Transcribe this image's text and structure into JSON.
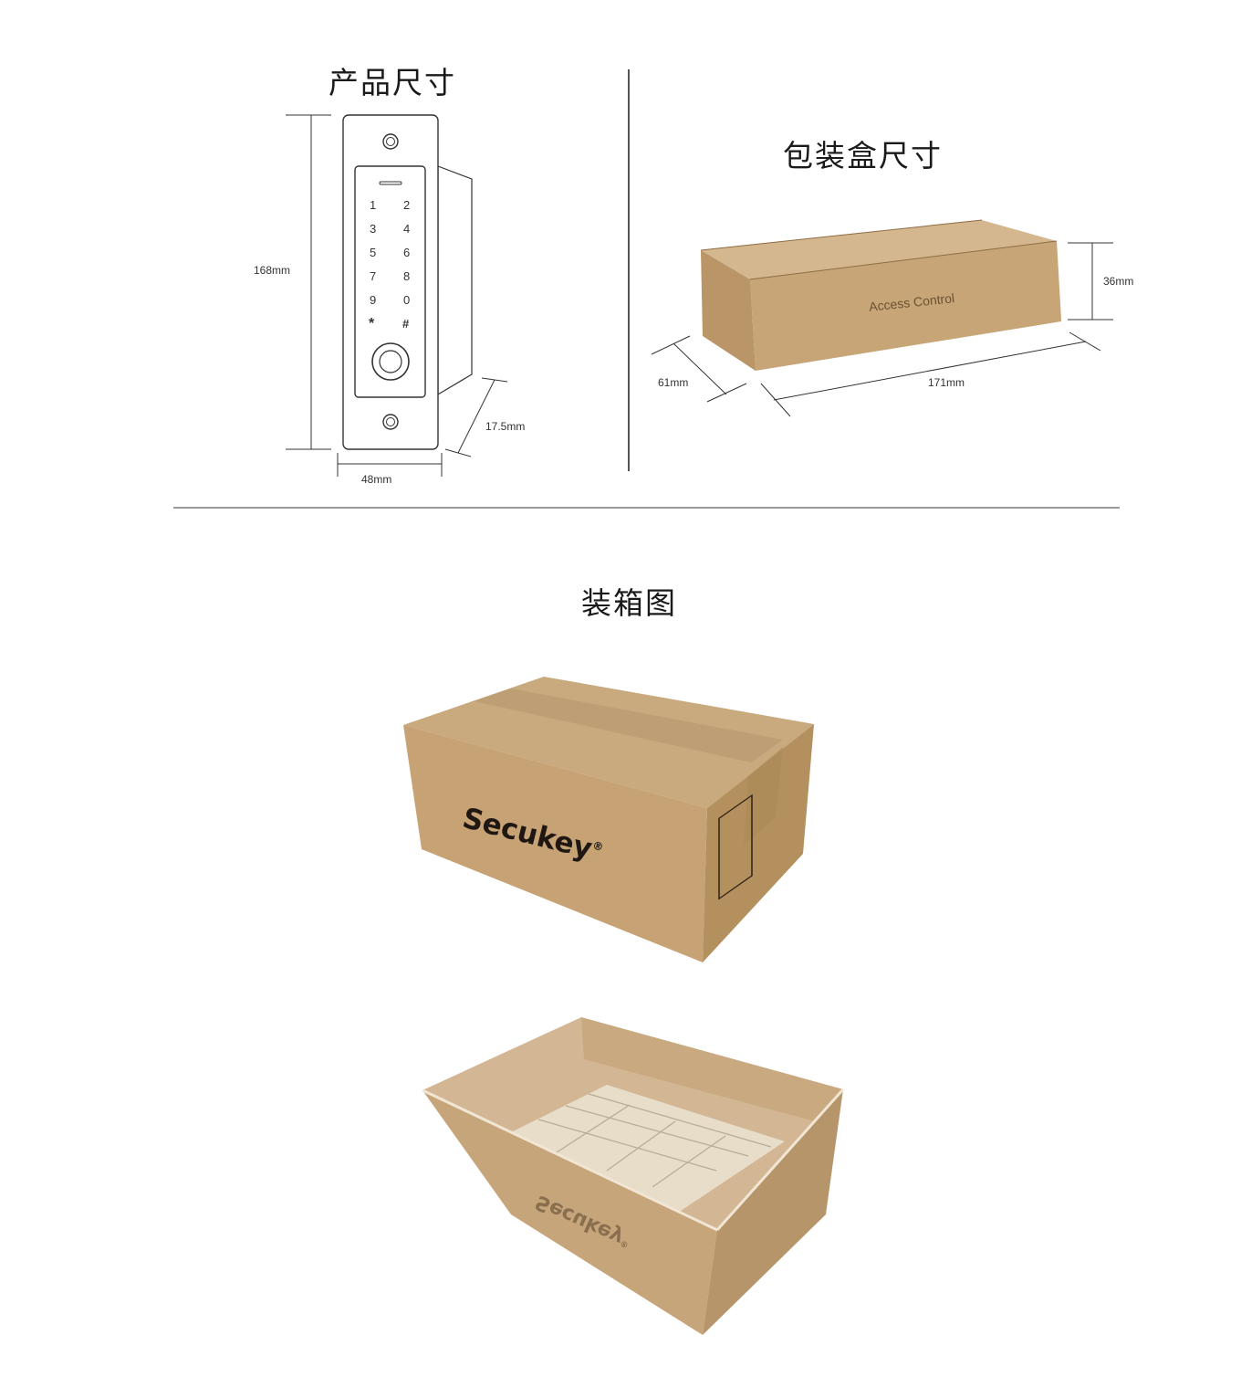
{
  "headings": {
    "product_size": "产品尺寸",
    "package_box_size": "包装盒尺寸",
    "carton_packing": "装箱图"
  },
  "product": {
    "height": "168mm",
    "width": "48mm",
    "depth": "17.5mm",
    "keypad": [
      "1",
      "2",
      "3",
      "4",
      "5",
      "6",
      "7",
      "8",
      "9",
      "0",
      "*",
      "#"
    ]
  },
  "box": {
    "label": "Access Control",
    "height": "36mm",
    "depth": "61mm",
    "length": "171mm"
  },
  "carton": {
    "brand": "Secukey",
    "brand_mark": "®"
  },
  "colors": {
    "cardboard": "#c8a77c",
    "cardboard_dark": "#b08e63",
    "line": "#333333",
    "divider": "#9a9a9a"
  }
}
